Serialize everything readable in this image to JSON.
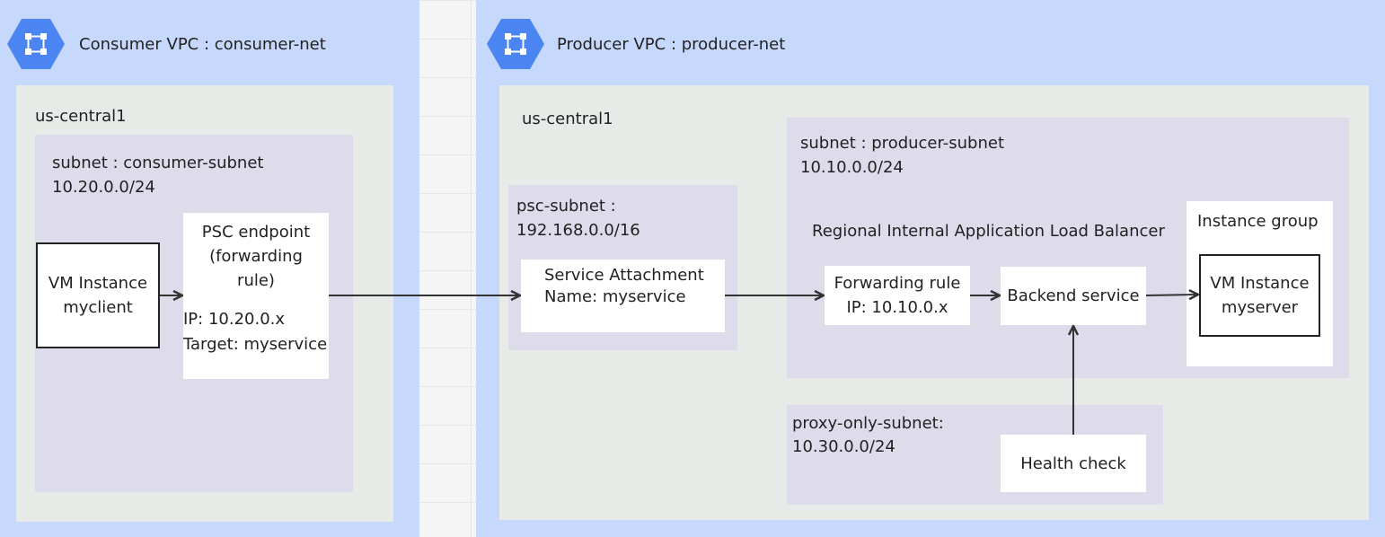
{
  "consumer": {
    "title": "Consumer VPC : consumer-net",
    "icon": "vpc-network-icon",
    "region": "us-central1",
    "subnet": {
      "name": "subnet : consumer-subnet",
      "cidr": "10.20.0.0/24"
    },
    "vm": {
      "line1": "VM Instance",
      "line2": "myclient"
    },
    "psc_endpoint": {
      "line1": "PSC endpoint",
      "line2": "(forwarding",
      "line3": "rule)",
      "ip": "IP: 10.20.0.x",
      "target": "Target: myservice"
    }
  },
  "producer": {
    "title": "Producer VPC : producer-net",
    "icon": "vpc-network-icon",
    "region": "us-central1",
    "psc_subnet": {
      "name": "psc-subnet :",
      "cidr": "192.168.0.0/16"
    },
    "service_attachment": {
      "line1": "Service Attachment",
      "line2": "Name: myservice"
    },
    "producer_subnet": {
      "name": "subnet : producer-subnet",
      "cidr": "10.10.0.0/24"
    },
    "load_balancer_label": "Regional Internal Application Load Balancer",
    "forwarding_rule": {
      "line1": "Forwarding rule",
      "line2": "IP: 10.10.0.x"
    },
    "backend_service": "Backend service",
    "instance_group": {
      "title": "Instance group",
      "vm": {
        "line1": "VM Instance",
        "line2": "myserver"
      }
    },
    "proxy_subnet": {
      "name": "proxy-only-subnet:",
      "cidr": "10.30.0.0/24"
    },
    "health_check": "Health check"
  },
  "colors": {
    "vpc": "#c6d8fb",
    "region": "#e6ebe8",
    "subnet": "#dedbeb",
    "icon": "#4a85f2",
    "arrow": "#333333"
  }
}
